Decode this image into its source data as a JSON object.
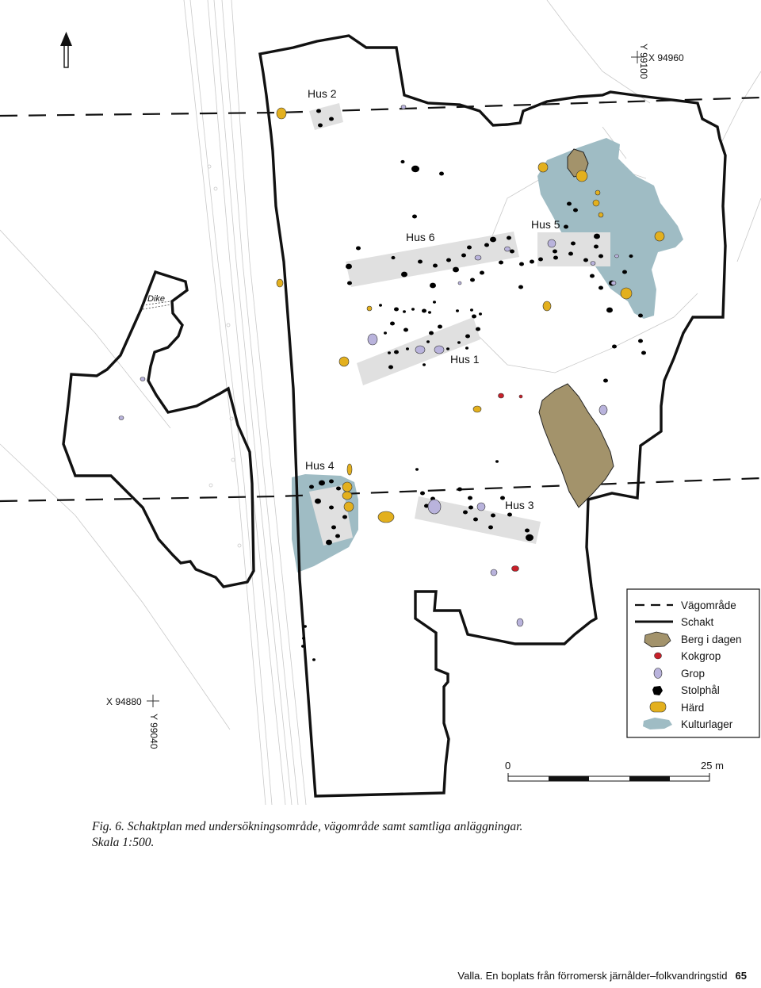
{
  "map": {
    "houses": [
      "Hus 2",
      "Hus 6",
      "Hus 5",
      "Hus 1",
      "Hus 4",
      "Hus 3"
    ],
    "dike_label": "Dike",
    "coordinates": {
      "top_y": "Y 99100",
      "top_x": "X 94960",
      "bottom_x": "X 94880",
      "bottom_y": "Y 99040"
    },
    "scale_bar": {
      "start": "0",
      "end": "25 m"
    },
    "colors": {
      "berg_i_dagen": "#a3936b",
      "kokgrop": "#c8202a",
      "grop": "#b9b3dc",
      "stolphal": "#000000",
      "hard": "#e3b01e",
      "kulturlager": "#9fbcc4",
      "house_fill": "#e0e0e0"
    }
  },
  "legend": {
    "items": [
      {
        "symbol": "dashed-line",
        "label": "Vägområde"
      },
      {
        "symbol": "solid-line",
        "label": "Schakt"
      },
      {
        "symbol": "berg-i-dagen",
        "label": "Berg i dagen"
      },
      {
        "symbol": "kokgrop",
        "label": "Kokgrop"
      },
      {
        "symbol": "grop",
        "label": "Grop"
      },
      {
        "symbol": "stolphal",
        "label": "Stolphål"
      },
      {
        "symbol": "hard",
        "label": "Härd"
      },
      {
        "symbol": "kulturlager",
        "label": "Kulturlager"
      }
    ]
  },
  "caption": {
    "line1": "Fig. 6. Schaktplan med undersökningsområde, vägområde samt samtliga anläggningar.",
    "line2": "Skala 1:500."
  },
  "footer": {
    "text": "Valla. En boplats från förromersk järnålder–folkvandringstid",
    "page": "65"
  }
}
